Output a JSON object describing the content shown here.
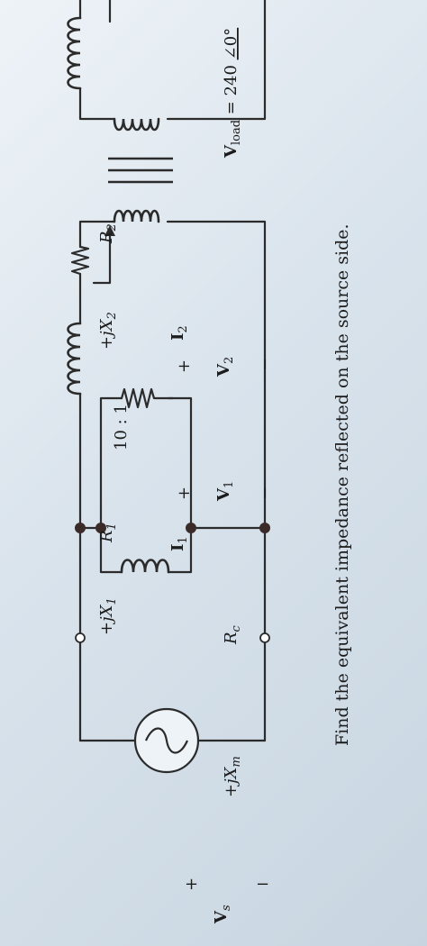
{
  "labels": {
    "source": "V",
    "source_sub": "s",
    "plus": "+",
    "minus": "−",
    "jx1": "+jX",
    "jx1_sub": "1",
    "r1": "R",
    "r1_sub": "1",
    "i1": "I",
    "i1_sub": "1",
    "rc": "R",
    "rc_sub": "c",
    "jxm": "+jX",
    "jxm_sub": "m",
    "v1": "V",
    "v1_sub": "1",
    "ratio": "10 : 1",
    "v2": "V",
    "v2_sub": "2",
    "i2": "I",
    "i2_sub": "2",
    "jx2": "+jX",
    "jx2_sub": "2",
    "r2": "R",
    "r2_sub": "2",
    "vload": "V",
    "vload_sub": "load",
    "vload_value": " = 240 ",
    "vload_angle": "∠0°"
  },
  "caption": "Find the equivalent impedance reflected on the source side.",
  "colors": {
    "load_fill": "#a9d2ec",
    "source_fill": "#eef3f7"
  }
}
